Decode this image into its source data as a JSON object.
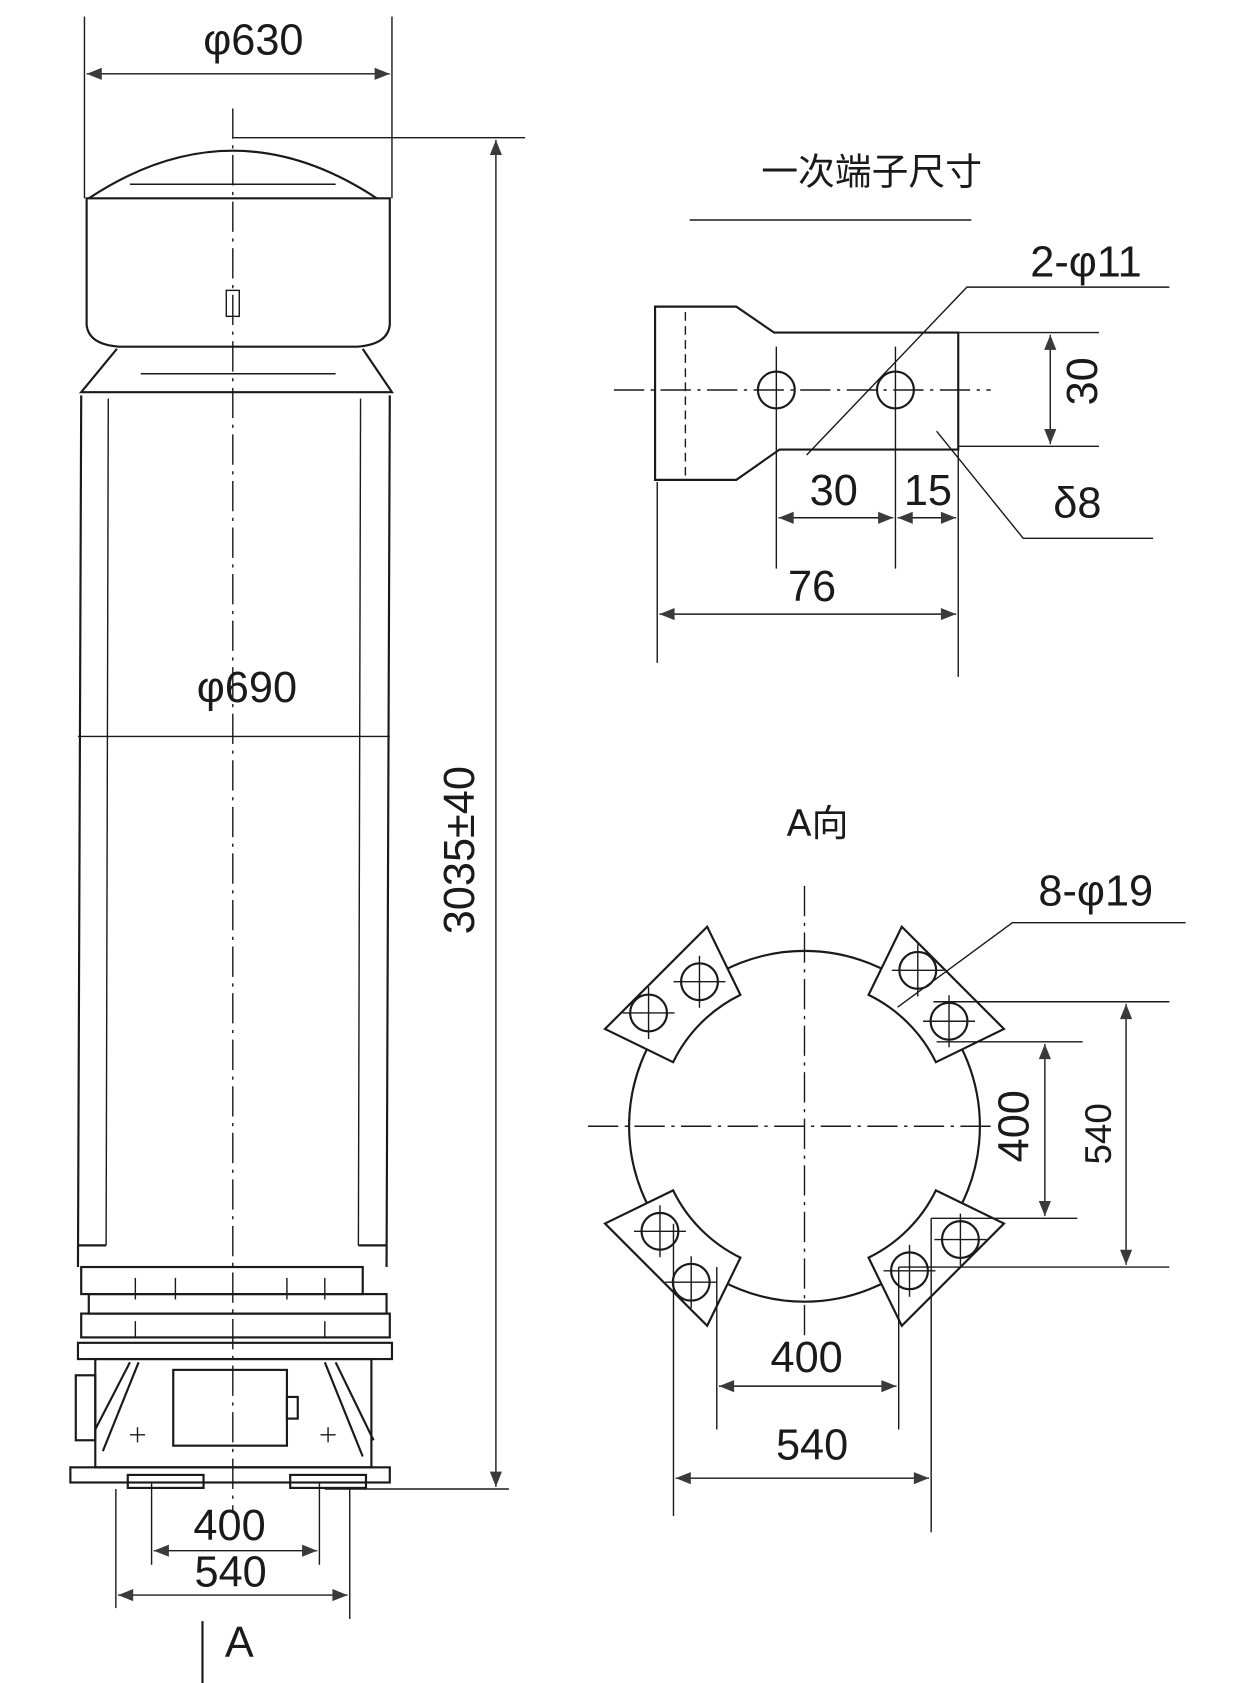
{
  "main_view": {
    "top_diameter": "φ630",
    "body_diameter": "φ690",
    "height": "3035±40",
    "base_inner": "400",
    "base_outer": "540",
    "view_marker": "A"
  },
  "terminal_detail": {
    "title": "一次端子尺寸",
    "holes": "2-φ11",
    "height": "30",
    "hole_spacing": "30",
    "edge_distance": "15",
    "thickness": "δ8",
    "length": "76"
  },
  "view_a": {
    "title": "A向",
    "holes": "8-φ19",
    "vertical_inner": "400",
    "vertical_outer": "540",
    "horizontal_inner": "400",
    "horizontal_outer": "540"
  }
}
